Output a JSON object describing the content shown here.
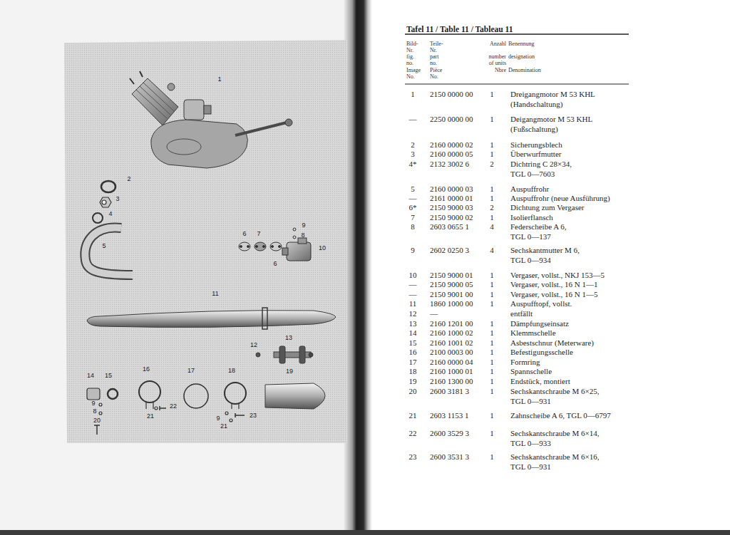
{
  "diagram": {
    "title": "Tafel 11 / Table 11 / Tableau 11",
    "labels": [
      "Bild- Nr.",
      "Teile- Nr.",
      "Anzahl",
      "Benennung",
      "fig. no.",
      "part no.",
      "number of units",
      "designation",
      "Image No.",
      "Pièce No.",
      "Nbre",
      "Denomination",
      "1",
      "2150 0000 00",
      "1",
      "Dreigangmotor M 53 KHL (Handschaltung)",
      "—",
      "2250 0000 00",
      "1",
      "Deigangmotor M 53 KHL (Fußschaltung)",
      "2",
      "2160 0000 02",
      "1",
      "Sicherungsblech",
      "3",
      "2160 0000 05",
      "1",
      "Überwurfmutter",
      "4*",
      "2132 3002 6",
      "2",
      "Dichtring C 28×34, TGL 0—7603",
      "5",
      "2160 0000 03",
      "1",
      "Auspuffrohr",
      "—",
      "2161 0000 01",
      "1",
      "Auspuffrohr (neue Ausführung)",
      "6*",
      "2150 9000 03",
      "2",
      "Dichtung zum Vergaser",
      "7",
      "2150 9000 02",
      "1",
      "Isolierflansch",
      "8",
      "2603 0655 1",
      "4",
      "Federscheibe A 6, TGL 0—137",
      "9",
      "2602 0250 3",
      "4",
      "Sechskantmutter M 6, TGL 0—934",
      "10",
      "2150 9000 01",
      "1",
      "Vergaser, vollst., NKJ 153—5",
      "—",
      "2150 9000 05",
      "1",
      "Vergaser, vollst., 16 N 1—1",
      "—",
      "2150 9001 00",
      "1",
      "Vergaser, vollst., 16 N 1—5",
      "11",
      "1860 1000 00",
      "1",
      "Auspufftopf, vollst.",
      "12",
      "—",
      "entfällt",
      "13",
      "2160 1201 00",
      "1",
      "Dämpfungseinsatz",
      "14",
      "2160 1000 02",
      "1",
      "Klemmschelle",
      "15",
      "2160 1001 02",
      "1",
      "Asbestschnur (Meterware)",
      "16",
      "2100 0003 00",
      "1",
      "Befestigungsschelle",
      "17",
      "2160 0000 04",
      "1",
      "Formring",
      "18",
      "2160 1000 01",
      "1",
      "Spannschelle",
      "19",
      "2160 1300 00",
      "1",
      "Endstück, montiert",
      "20",
      "2600 3181 3",
      "1",
      "Sechskantschraube M 6×25, TGL 0—931",
      "21",
      "2603 1153 1",
      "1",
      "Zahnscheibe A 6, TGL 0—6797",
      "22",
      "2600 3529 3",
      "1",
      "Sechskantschraube M 6×14, TGL 0—933",
      "23",
      "2600 3531 3",
      "1",
      "Sechskantschraube M 6×16, TGL 0—931",
      "1",
      "2",
      "3",
      "4",
      "9",
      "6",
      "7",
      "8",
      "5",
      "10",
      "6",
      "11",
      "13",
      "12",
      "16",
      "18",
      "17",
      "19",
      "14",
      "15",
      "9",
      "22",
      "8",
      "23",
      "21",
      "9",
      "20",
      "21"
    ]
  }
}
